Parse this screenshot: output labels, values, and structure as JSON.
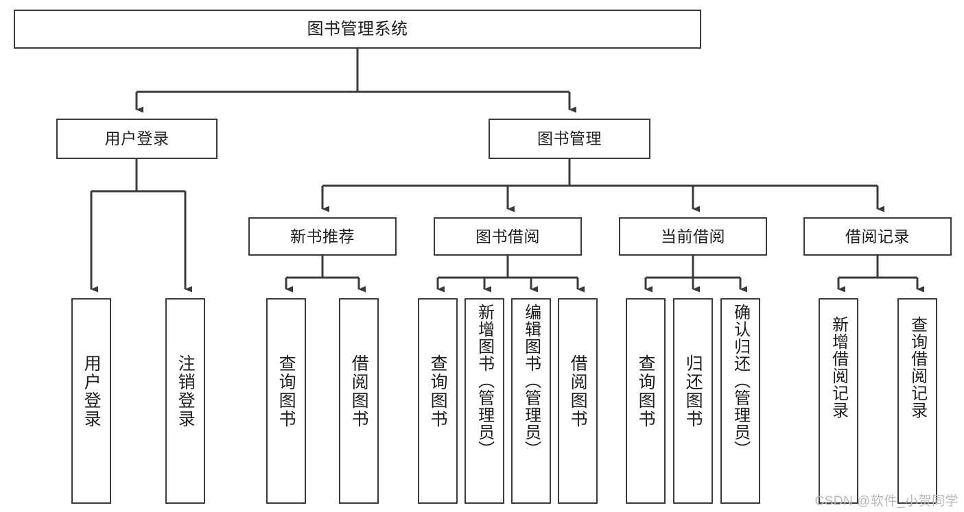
{
  "diagram": {
    "title": "图书管理系统",
    "type": "hierarchy-tree",
    "watermark": "CSDN @软件_小贺同学",
    "colors": {
      "box_border": "#3a3a3a",
      "box_fill": "#ffffff",
      "connector": "#3a3a3a",
      "background": "#ffffff",
      "watermark": "#b9b9b9"
    },
    "root": {
      "id": "root",
      "label": "图书管理系统"
    },
    "level2": [
      {
        "id": "user-login",
        "label": "用户登录"
      },
      {
        "id": "book-manage",
        "label": "图书管理"
      }
    ],
    "level3": [
      {
        "id": "new-book-rec",
        "label": "新书推荐",
        "parent": "book-manage"
      },
      {
        "id": "book-borrow",
        "label": "图书借阅",
        "parent": "book-manage"
      },
      {
        "id": "current-borrow",
        "label": "当前借阅",
        "parent": "book-manage"
      },
      {
        "id": "borrow-record",
        "label": "借阅记录",
        "parent": "book-manage"
      }
    ],
    "leaves": [
      {
        "id": "leaf-user-login",
        "label": "用户登录",
        "parent": "user-login"
      },
      {
        "id": "leaf-logout",
        "label": "注销登录",
        "parent": "user-login"
      },
      {
        "id": "leaf-query-book-1",
        "label": "查询图书",
        "parent": "new-book-rec"
      },
      {
        "id": "leaf-borrow-book-1",
        "label": "借阅图书",
        "parent": "new-book-rec"
      },
      {
        "id": "leaf-query-book-2",
        "label": "查询图书",
        "parent": "book-borrow"
      },
      {
        "id": "leaf-add-book",
        "label": "新增图书（管理员）",
        "parent": "book-borrow"
      },
      {
        "id": "leaf-edit-book",
        "label": "编辑图书（管理员）",
        "parent": "book-borrow"
      },
      {
        "id": "leaf-borrow-book-2",
        "label": "借阅图书",
        "parent": "book-borrow"
      },
      {
        "id": "leaf-query-book-3",
        "label": "查询图书",
        "parent": "current-borrow"
      },
      {
        "id": "leaf-return-book",
        "label": "归还图书",
        "parent": "current-borrow"
      },
      {
        "id": "leaf-confirm-return",
        "label": "确认归还（管理员）",
        "parent": "current-borrow"
      },
      {
        "id": "leaf-add-record",
        "label": "新增借阅记录",
        "parent": "borrow-record"
      },
      {
        "id": "leaf-query-record",
        "label": "查询借阅记录",
        "parent": "borrow-record"
      }
    ]
  }
}
